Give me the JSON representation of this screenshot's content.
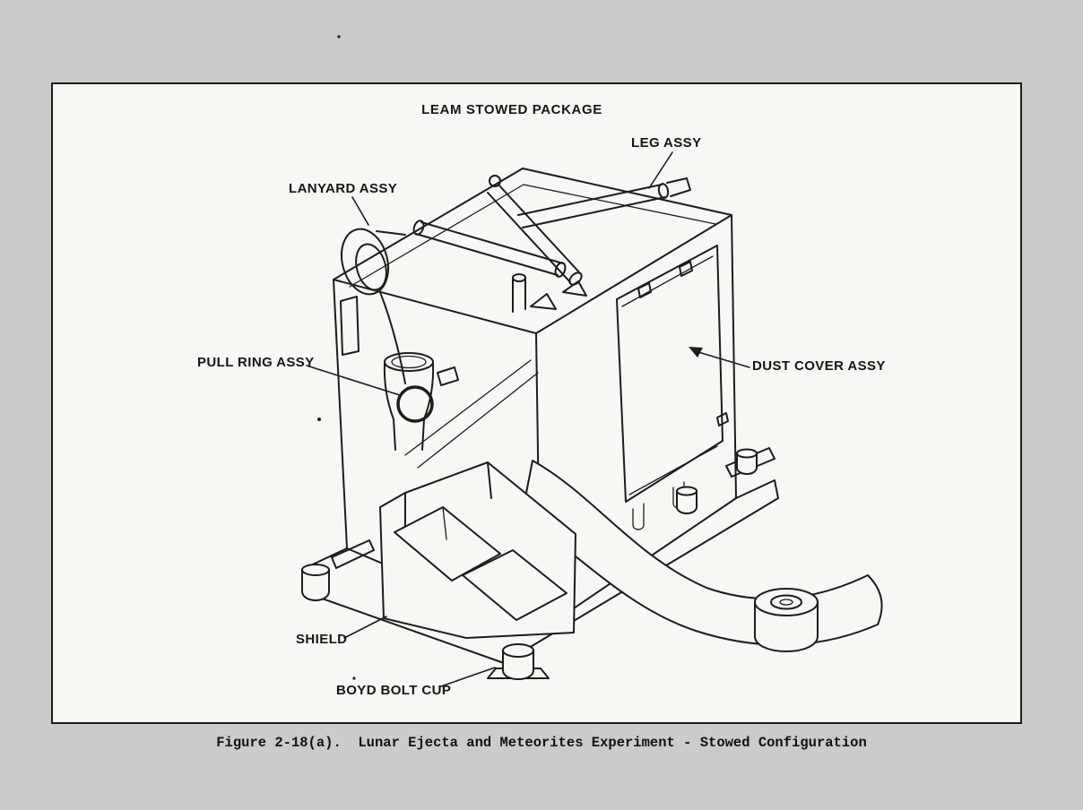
{
  "figure": {
    "title": "LEAM STOWED PACKAGE",
    "caption": "Figure 2-18(a).  Lunar Ejecta and Meteorites Experiment - Stowed Configuration",
    "labels": [
      {
        "id": "leg-assy",
        "text": "LEG ASSY"
      },
      {
        "id": "lanyard-assy",
        "text": "LANYARD ASSY"
      },
      {
        "id": "pull-ring-assy",
        "text": "PULL RING ASSY"
      },
      {
        "id": "dust-cover-assy",
        "text": "DUST COVER ASSY"
      },
      {
        "id": "shield",
        "text": "SHIELD"
      },
      {
        "id": "boyd-bolt-cup",
        "text": "BOYD BOLT CUP"
      }
    ],
    "colors": {
      "ink": "#1c1c1c",
      "paper_outer": "#cbcbcb",
      "figure_background": "#f7f7f4"
    }
  }
}
